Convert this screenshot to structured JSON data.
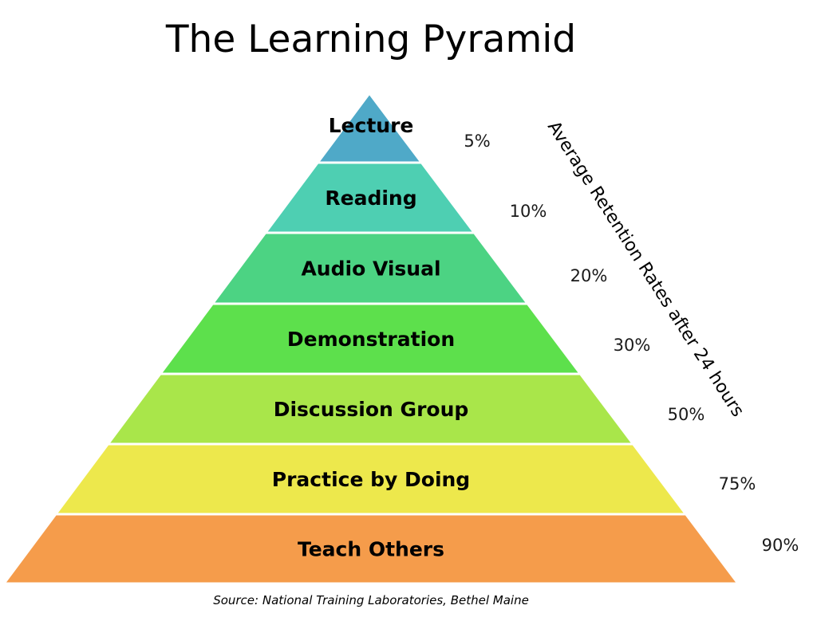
{
  "title": "The Learning Pyramid",
  "retention_caption": "Average Retention Rates after 24 hours",
  "source": "Source:  National Training Laboratories, Bethel Maine",
  "layers": [
    {
      "label": "Lecture",
      "percent": "5%",
      "color": "#4fa9c8"
    },
    {
      "label": "Reading",
      "percent": "10%",
      "color": "#4ecfb2"
    },
    {
      "label": "Audio Visual",
      "percent": "20%",
      "color": "#4cd383"
    },
    {
      "label": "Demonstration",
      "percent": "30%",
      "color": "#5de04c"
    },
    {
      "label": "Discussion Group",
      "percent": "50%",
      "color": "#a9e64a"
    },
    {
      "label": "Practice by Doing",
      "percent": "75%",
      "color": "#ede84c"
    },
    {
      "label": "Teach Others",
      "percent": "90%",
      "color": "#f59c4b"
    }
  ]
}
